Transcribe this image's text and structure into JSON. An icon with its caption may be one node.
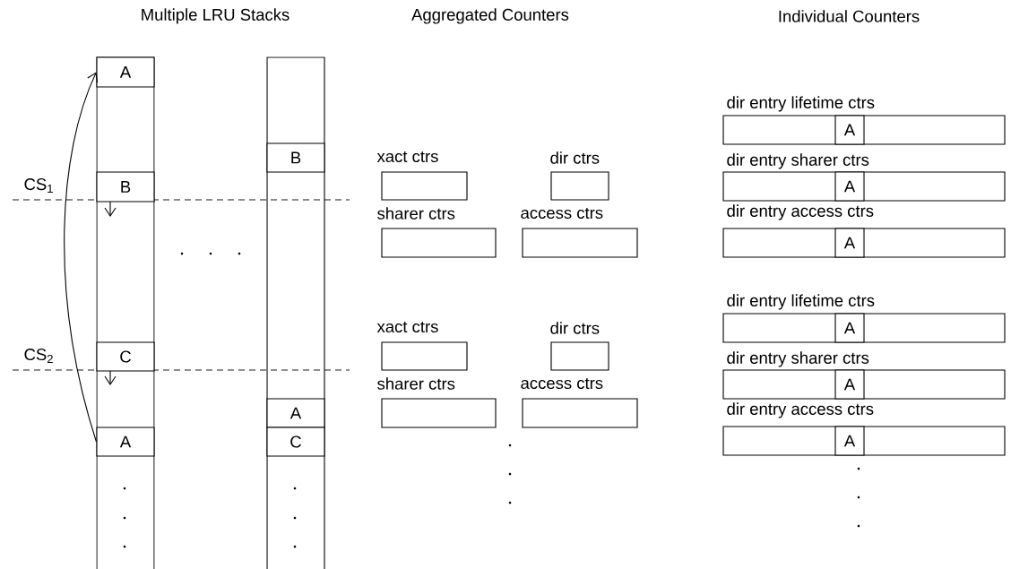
{
  "diagram": {
    "nodes": [
      {
        "text": [],
        "shape": "box"
      },
      {
        "text": [
          "A"
        ],
        "in": 0
      },
      {
        "text": [
          "B"
        ],
        "in": 0
      },
      {
        "text": [
          "C"
        ],
        "in": 0
      },
      {
        "text": [
          "A"
        ],
        "in": 0
      },
      {
        "text": [],
        "shape": "box"
      },
      {
        "text": [
          "B"
        ],
        "in": 5
      },
      {
        "text": [
          "A"
        ],
        "in": 5
      },
      {
        "text": [
          "C"
        ],
        "in": 5
      },
      {
        "text": [
          "xact ctrs"
        ]
      },
      {
        "text": [
          "dir ctrs"
        ]
      },
      {
        "text": [
          "sharer ctrs"
        ]
      },
      {
        "text": [
          "access ctrs"
        ]
      },
      {
        "text": [
          "dir entry lifetime ctrs"
        ]
      },
      {
        "text": [
          "A"
        ],
        "in": 13
      },
      {
        "text": [
          "dir entry sharer ctrs"
        ]
      },
      {
        "text": [
          "A"
        ],
        "in": 15
      },
      {
        "text": [
          "dir entry access ctrs"
        ]
      },
      {
        "text": [
          "A"
        ],
        "in": 17
      },
      {
        "text": [
          "xact ctrs"
        ]
      },
      {
        "text": [
          "dir ctrs"
        ]
      },
      {
        "text": [
          "sharer ctrs"
        ]
      },
      {
        "text": [
          "access ctrs"
        ]
      },
      {
        "text": [
          "dir entry lifetime ctrs"
        ]
      },
      {
        "text": [
          "A"
        ],
        "in": 23
      },
      {
        "text": [
          "dir entry sharer ctrs"
        ]
      },
      {
        "text": [
          "A"
        ],
        "in": 25
      },
      {
        "text": [
          "dir entry access ctrs"
        ]
      },
      {
        "text": [
          "A"
        ],
        "in": 27
      }
    ],
    "edges": [
      {
        "from": 4,
        "to": 1,
        "arrow": "to"
      }
    ],
    "labels": [
      "Multiple LRU Stacks",
      "Aggregated Counters",
      "Individual Counters",
      "CS$_{1}$",
      "CS$_{2}$"
    ]
  }
}
